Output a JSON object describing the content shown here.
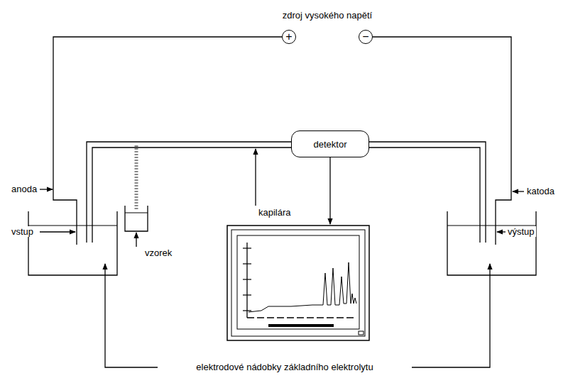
{
  "diagram": {
    "nodes": [
      {
        "text": [
          "+"
        ]
      },
      {
        "text": [
          "−"
        ]
      },
      {
        "text": [
          "detektor"
        ]
      }
    ],
    "labels": [
      "zdroj vysokého napětí",
      "anoda",
      "vstup",
      "vzorek",
      "kapilára",
      "katoda",
      "výstup",
      "elektrodové nádobky základního elektrolytu"
    ]
  }
}
